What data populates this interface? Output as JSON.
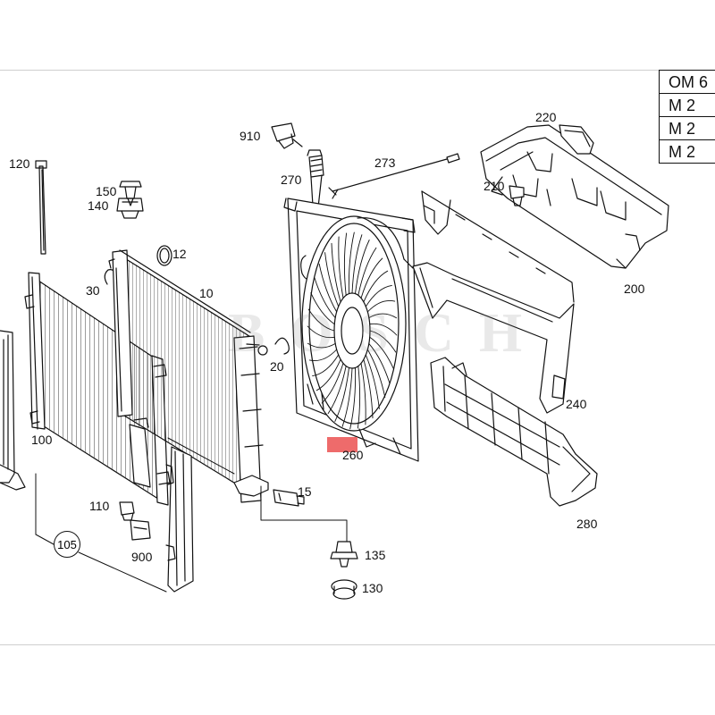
{
  "variant_table": [
    "OM 6",
    "M 2",
    "M 2",
    "M 2"
  ],
  "callouts": {
    "p910": "910",
    "p270": "270",
    "p273": "273",
    "p220": "220",
    "p120": "120",
    "p150": "150",
    "p140": "140",
    "p12": "12",
    "p30": "30",
    "p10": "10",
    "p210": "210",
    "p200": "200",
    "p20": "20",
    "p100": "100",
    "p240": "240",
    "p260": "260",
    "p15": "15",
    "p110": "110",
    "p280": "280",
    "p900": "900",
    "p135": "135",
    "p130": "130",
    "p105": "105"
  },
  "colors": {
    "line": "#111111",
    "highlight": "#ee6b6b"
  }
}
